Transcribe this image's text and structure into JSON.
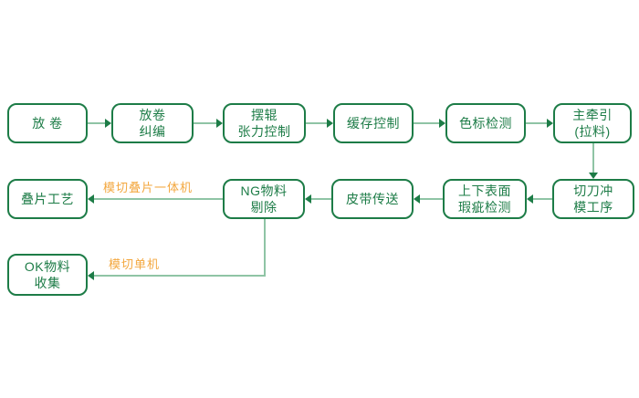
{
  "colors": {
    "box_green": "#1d7c47",
    "connector_green": "#8fc4a5",
    "label_orange": "#f3a73e",
    "background": "#ffffff"
  },
  "nodes": [
    {
      "id": "unwind",
      "label": "放 卷"
    },
    {
      "id": "unwind-correction",
      "label": "放卷\n纠编"
    },
    {
      "id": "dancer-tension-control",
      "label": "摆辊\n张力控制"
    },
    {
      "id": "buffer-control",
      "label": "缓存控制"
    },
    {
      "id": "color-mark-detection",
      "label": "色标检测"
    },
    {
      "id": "main-traction",
      "label": "主牵引\n(拉料)"
    },
    {
      "id": "cutter-die-process",
      "label": "切刀冲\n模工序"
    },
    {
      "id": "surface-defect-detection",
      "label": "上下表面\n瑕疵检测"
    },
    {
      "id": "belt-conveyor",
      "label": "皮带传送"
    },
    {
      "id": "ng-material-reject",
      "label": "NG物料\n剔除"
    },
    {
      "id": "lamination-process",
      "label": "叠片工艺"
    },
    {
      "id": "ok-material-collection",
      "label": "OK物料\n收集"
    }
  ],
  "edge_labels": {
    "integrated_machine": "模切叠片一体机",
    "single_machine": "模切单机"
  }
}
